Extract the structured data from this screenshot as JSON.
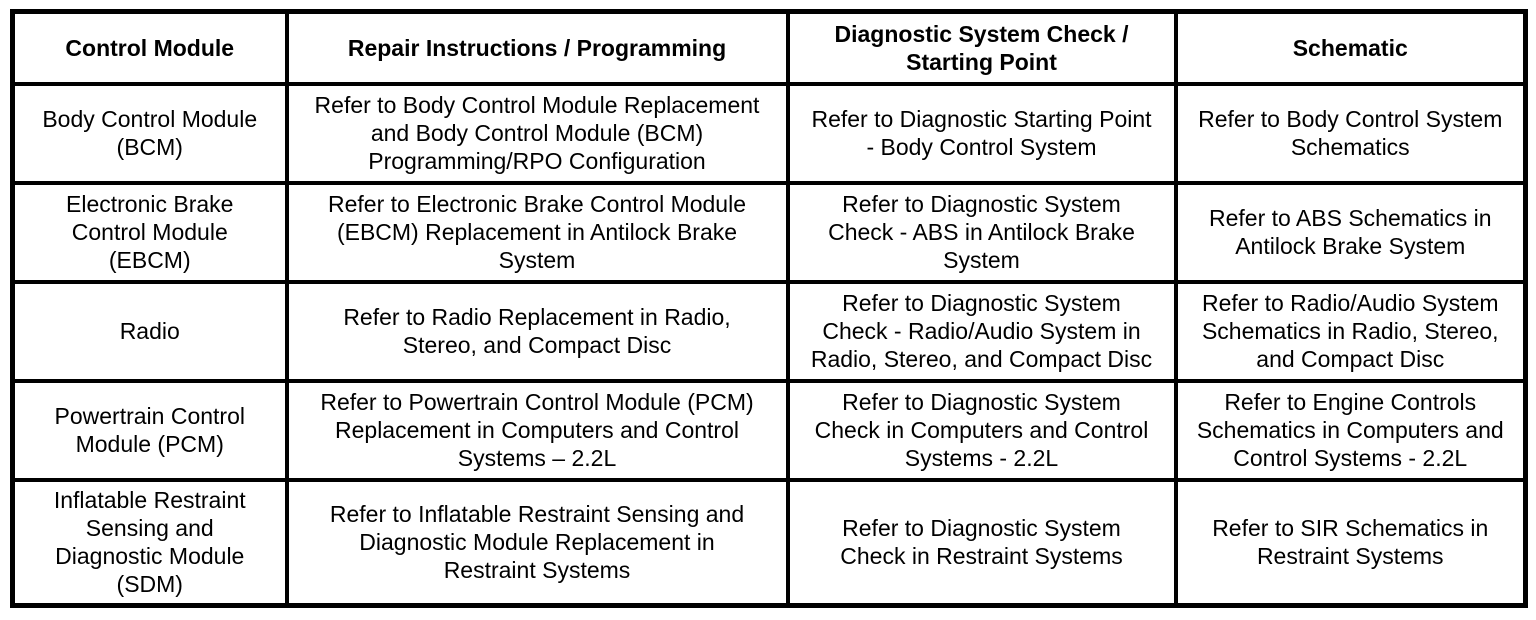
{
  "table": {
    "columns": [
      {
        "label": "Control Module"
      },
      {
        "label": "Repair Instructions / Programming"
      },
      {
        "label": "Diagnostic System Check /\nStarting Point"
      },
      {
        "label": "Schematic"
      }
    ],
    "rows": [
      {
        "id": "bcm",
        "cells": [
          "Body Control Module\n(BCM)",
          "Refer to Body Control Module Replacement\nand Body Control Module (BCM)\nProgramming/RPO Configuration",
          "Refer to Diagnostic Starting Point\n- Body Control System",
          "Refer to Body Control System\nSchematics"
        ]
      },
      {
        "id": "ebcm",
        "cells": [
          "Electronic Brake\nControl Module\n(EBCM)",
          "Refer to Electronic Brake Control Module\n(EBCM) Replacement in Antilock Brake\nSystem",
          "Refer to Diagnostic System\nCheck - ABS in Antilock Brake\nSystem",
          "Refer to ABS Schematics in\nAntilock Brake System"
        ]
      },
      {
        "id": "radio",
        "cells": [
          "Radio",
          "Refer to Radio Replacement in Radio,\nStereo, and Compact Disc",
          "Refer to Diagnostic System\nCheck - Radio/Audio System in\nRadio, Stereo, and Compact Disc",
          "Refer to Radio/Audio System\nSchematics in Radio, Stereo,\nand Compact Disc"
        ]
      },
      {
        "id": "pcm",
        "cells": [
          "Powertrain Control\nModule (PCM)",
          "Refer to Powertrain Control Module (PCM)\nReplacement in Computers and Control\nSystems – 2.2L",
          "Refer to Diagnostic System\nCheck in Computers and Control\nSystems - 2.2L",
          "Refer to Engine Controls\nSchematics in Computers and\nControl Systems - 2.2L"
        ]
      },
      {
        "id": "sdm",
        "cells": [
          "Inflatable Restraint\nSensing and\nDiagnostic Module\n(SDM)",
          "Refer to Inflatable Restraint Sensing and\nDiagnostic Module Replacement in\nRestraint Systems",
          "Refer to Diagnostic System\nCheck  in Restraint Systems",
          "Refer to SIR Schematics in\nRestraint Systems"
        ]
      }
    ],
    "border_color": "#000000",
    "text_color": "#000000",
    "background_color": "#ffffff"
  }
}
